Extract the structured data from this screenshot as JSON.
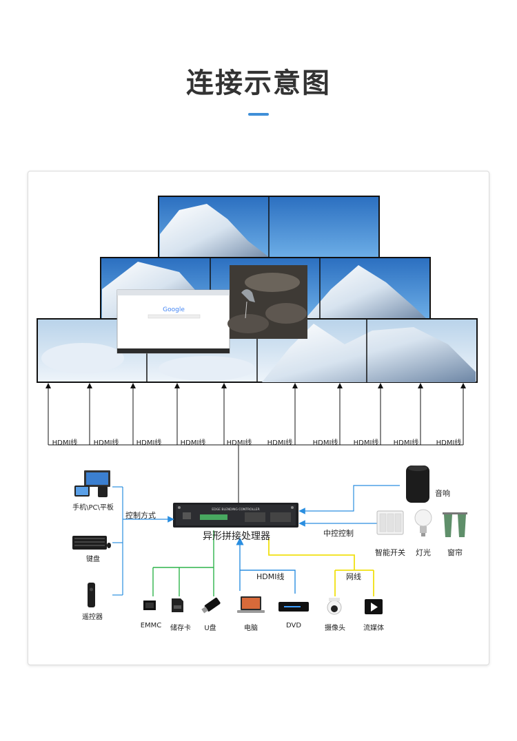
{
  "header": {
    "title": "连接示意图"
  },
  "processor": {
    "name": "异形拼接处理器",
    "panel_text": "EDGE BLENDING CONTROLLER"
  },
  "links": {
    "hdmi_count": 10,
    "hdmi_label": "HDMI线",
    "control_method": "控制方式",
    "central_control": "中控控制",
    "hdmi_input": "HDMI线",
    "network": "网线"
  },
  "left_devices": [
    {
      "label": "手机\\PC\\平板",
      "icon": "devices-icon"
    },
    {
      "label": "键盘",
      "icon": "keyboard-icon"
    },
    {
      "label": "遥控器",
      "icon": "remote-icon"
    }
  ],
  "right_devices": [
    {
      "label": "音响",
      "icon": "speaker-icon"
    },
    {
      "label": "智能开关",
      "icon": "switch-icon"
    },
    {
      "label": "灯光",
      "icon": "bulb-icon"
    },
    {
      "label": "窗帘",
      "icon": "curtain-icon"
    }
  ],
  "bottom_devices": [
    {
      "label": "EMMC",
      "icon": "emmc-chip-icon"
    },
    {
      "label": "储存卡",
      "icon": "sd-card-icon"
    },
    {
      "label": "U盘",
      "icon": "usb-drive-icon"
    },
    {
      "label": "电脑",
      "icon": "laptop-icon"
    },
    {
      "label": "DVD",
      "icon": "dvd-player-icon"
    },
    {
      "label": "摄像头",
      "icon": "camera-icon"
    },
    {
      "label": "流媒体",
      "icon": "streaming-icon"
    }
  ],
  "colors": {
    "accent": "#3f8fd8",
    "green_line": "#2db34a",
    "blue_line": "#2a8ee0",
    "yellow_line": "#f0e010",
    "black_line": "#111111"
  }
}
